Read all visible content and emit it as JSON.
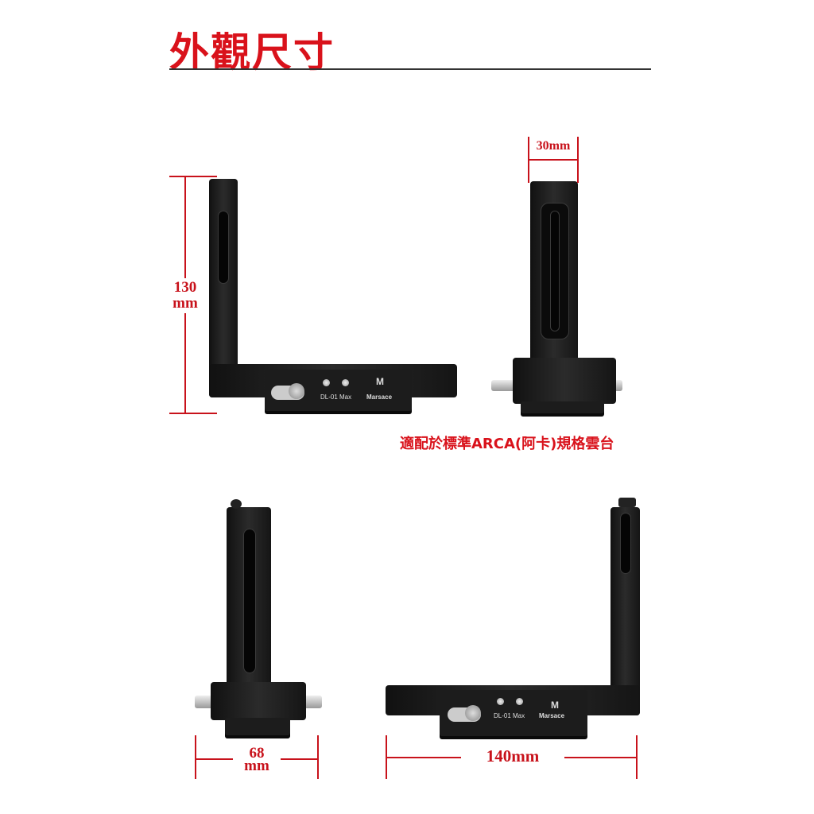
{
  "title": "外觀尺寸",
  "caption": "適配於標準ARCA(阿卡)規格雲台",
  "product": {
    "model": "DL-01 Max",
    "brand": "Marsace",
    "logo": "M"
  },
  "dimensions": {
    "height": "130",
    "height_unit": "mm",
    "width_side": "30mm",
    "depth": "68",
    "depth_unit": "mm",
    "length": "140mm"
  },
  "colors": {
    "accent": "#d9121b",
    "bracket": "#1a1a1a"
  }
}
